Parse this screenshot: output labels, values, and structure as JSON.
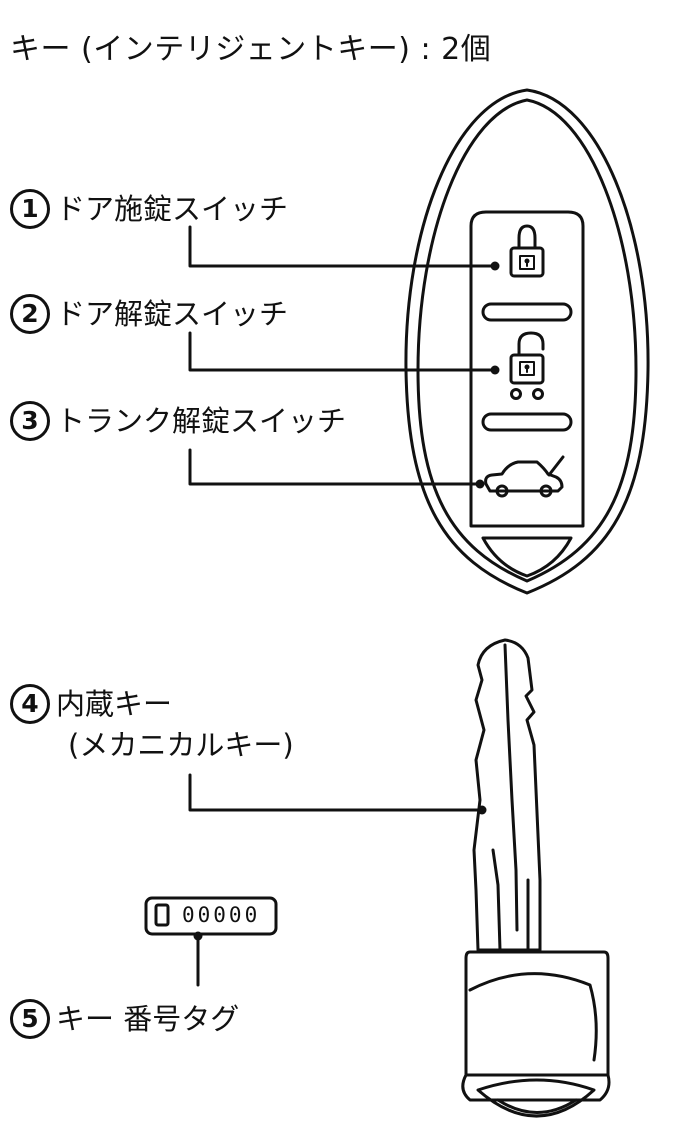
{
  "title": "キー (インテリジェントキー) : 2個",
  "callouts": [
    {
      "num": "1",
      "label": "ドア施錠スイッチ"
    },
    {
      "num": "2",
      "label": "ドア解錠スイッチ"
    },
    {
      "num": "3",
      "label": "トランク解錠スイッチ"
    },
    {
      "num": "4",
      "label_line1": "内蔵キー",
      "label_line2": "(メカニカルキー)"
    },
    {
      "num": "5",
      "label": "キー 番号タグ"
    }
  ],
  "key_tag": {
    "digits": "00000"
  },
  "icons": [
    "lock-icon",
    "unlock-icon",
    "trunk-icon"
  ],
  "colors": {
    "stroke": "#111111",
    "background": "#ffffff"
  }
}
